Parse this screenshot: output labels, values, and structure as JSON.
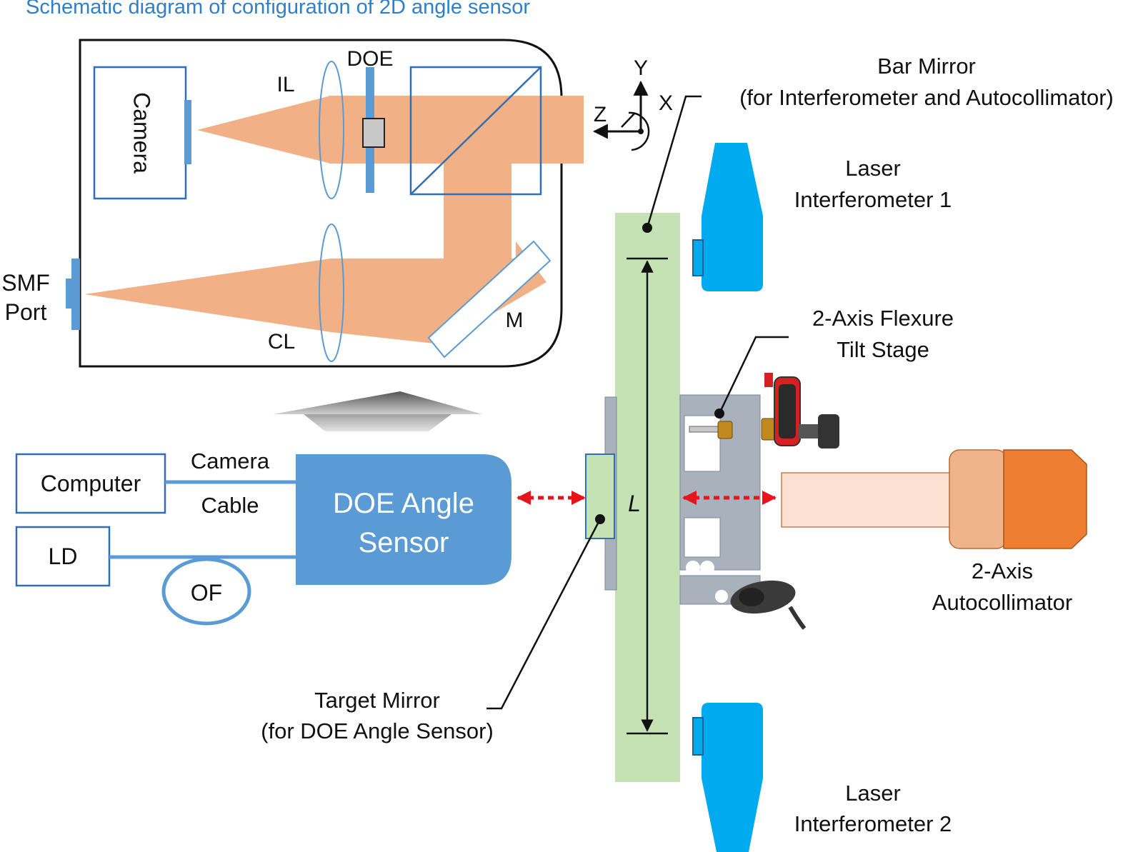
{
  "title": "Schematic diagram of configuration of 2D angle sensor",
  "colors": {
    "beam": "#f2b086",
    "sensor_blue": "#5b9bd5",
    "laser_blue": "#00aaee",
    "bar_green": "#c5e2b5",
    "arrow_red": "#e8141b",
    "autocollimator_light": "#f0b48a",
    "autocollimator_dark": "#ed7d31"
  },
  "optics_box": {
    "camera": "Camera",
    "il": "IL",
    "doe": "DOE",
    "cl": "CL",
    "m": "M",
    "smf_port_line1": "SMF",
    "smf_port_line2": "Port"
  },
  "axes": {
    "y": "Y",
    "x": "X",
    "z": "Z"
  },
  "system": {
    "computer": "Computer",
    "ld": "LD",
    "of": "OF",
    "cable_line1": "Camera",
    "cable_line2": "Cable",
    "sensor_line1": "DOE Angle",
    "sensor_line2": "Sensor"
  },
  "labels": {
    "bar_mirror_line1": "Bar Mirror",
    "bar_mirror_line2": "(for Interferometer and Autocollimator)",
    "laser1_line1": "Laser",
    "laser1_line2": "Interferometer 1",
    "laser2_line1": "Laser",
    "laser2_line2": "Interferometer 2",
    "flexure_line1": "2-Axis Flexure",
    "flexure_line2": "Tilt Stage",
    "autocollimator_line1": "2-Axis",
    "autocollimator_line2": "Autocollimator",
    "target_line1": "Target Mirror",
    "target_line2": "(for DOE Angle Sensor)",
    "length": "L"
  }
}
